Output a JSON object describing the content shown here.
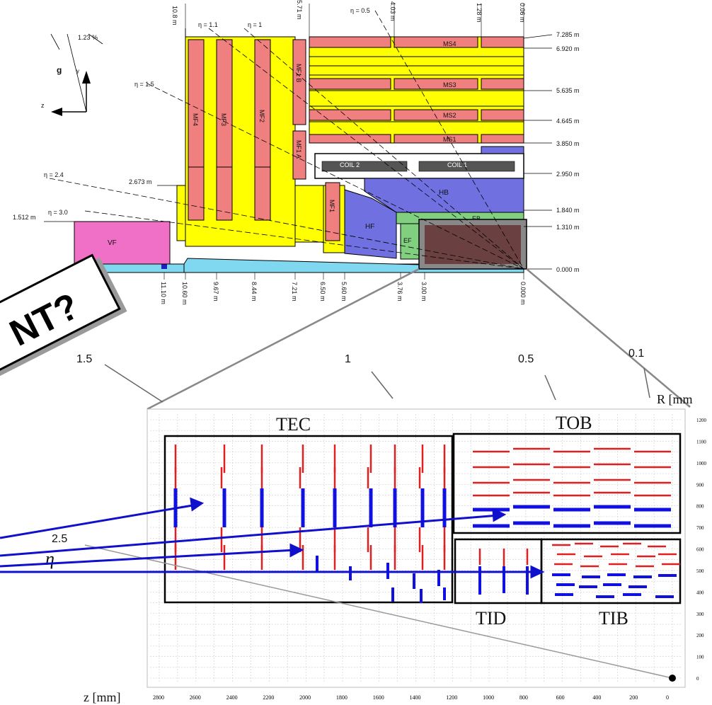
{
  "top": {
    "eta_labels": [
      "η = 1.1",
      "η = 1",
      "η = 0.5",
      "η = 1.5",
      "η = 2.4",
      "η = 3.0"
    ],
    "angle_label": "1.23 %",
    "g_label": "g",
    "axis_z": "z",
    "axis_y": "y",
    "left_length": "1.512 m",
    "mid_length": "2.673 m",
    "top_positions": [
      "10.8 m",
      "5.71 m",
      "4.03 m",
      "1.28 m",
      "0.06 m"
    ],
    "right_radii": [
      "7.285 m",
      "6.920 m",
      "5.635 m",
      "4.645 m",
      "3.850 m",
      "2.950 m",
      "1.840 m",
      "1.310 m",
      "0.000 m"
    ],
    "bottom_positions": [
      "11.10 m",
      "10.60 m",
      "9.67 m",
      "8.44 m",
      "7.21 m",
      "6.50 m",
      "5.60 m",
      "3.76 m",
      "3.00 m",
      "0.000 m"
    ],
    "components": {
      "ms4": "MS4",
      "ms3": "MS3",
      "ms2": "MS2",
      "ms1": "MS1",
      "coil2": "COIL 2",
      "coil1": "COIL 1",
      "hb": "HB",
      "eb": "EB",
      "hf": "HF",
      "ef": "EF",
      "vf": "VF",
      "mf1b": "MF1 B",
      "mf1a": "MF1 A",
      "mf1": "MF1",
      "mf2": "MF2",
      "mf3": "MF3",
      "mf4": "MF4"
    }
  },
  "stamp_text": "NT?",
  "bottom": {
    "eta_labels": [
      "1.5",
      "1",
      "0.5",
      "0.1",
      "2.5"
    ],
    "eta_symbol": "η",
    "regions": {
      "tec": "TEC",
      "tob": "TOB",
      "tid": "TID",
      "tib": "TIB"
    },
    "r_axis_label": "R [mm",
    "z_axis_label": "z [mm]",
    "r_ticks": [
      "1200",
      "1100",
      "1000",
      "900",
      "800",
      "700",
      "600",
      "500",
      "400",
      "300",
      "200",
      "100",
      "0"
    ],
    "z_ticks": [
      "2800",
      "2600",
      "2400",
      "2200",
      "2000",
      "1800",
      "1600",
      "1400",
      "1200",
      "1000",
      "800",
      "600",
      "400",
      "200",
      "0"
    ]
  },
  "colors": {
    "yellow": "#ffff00",
    "salmon": "#f08080",
    "pink": "#f070c8",
    "blue_purple": "#7070e0",
    "green": "#80d080",
    "cyan": "#80d8f0",
    "red_module": "#e02020",
    "blue_module": "#1010e0",
    "arrow_blue": "#1010cc"
  }
}
